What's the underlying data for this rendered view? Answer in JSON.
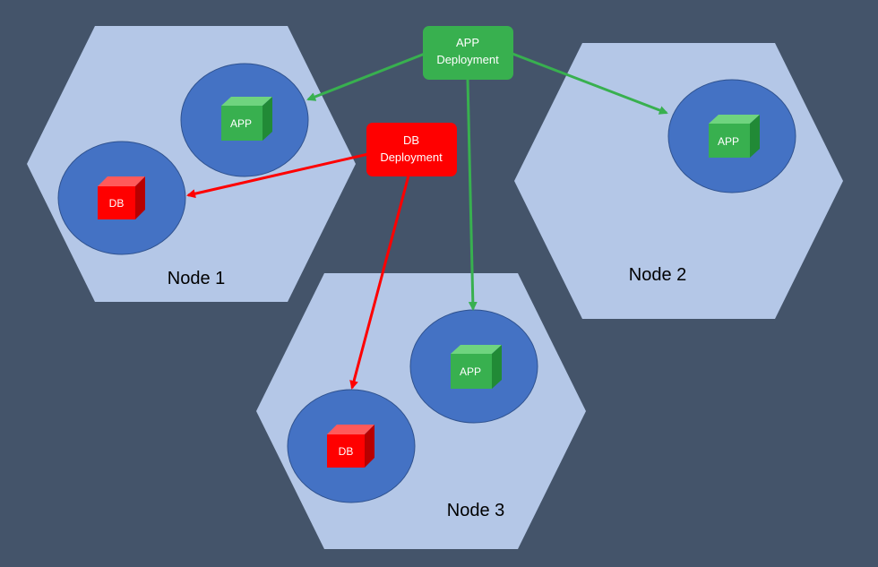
{
  "colors": {
    "background": "#44546a",
    "node_fill": "#b4c7e7",
    "pod_fill": "#4472c4",
    "pod_stroke": "#2f528f",
    "app": "#38b04f",
    "db": "#ff0000"
  },
  "nodes": [
    {
      "label": "Node 1"
    },
    {
      "label": "Node 2"
    },
    {
      "label": "Node 3"
    }
  ],
  "deployments": {
    "app": {
      "line1": "APP",
      "line2": "Deployment"
    },
    "db": {
      "line1": "DB",
      "line2": "Deployment"
    }
  },
  "pods": [
    {
      "label": "APP",
      "kind": "app",
      "node": "Node 1"
    },
    {
      "label": "DB",
      "kind": "db",
      "node": "Node 1"
    },
    {
      "label": "APP",
      "kind": "app",
      "node": "Node 2"
    },
    {
      "label": "APP",
      "kind": "app",
      "node": "Node 3"
    },
    {
      "label": "DB",
      "kind": "db",
      "node": "Node 3"
    }
  ],
  "connections": [
    {
      "from": "APP Deployment",
      "to": "Node 1 APP"
    },
    {
      "from": "APP Deployment",
      "to": "Node 2 APP"
    },
    {
      "from": "APP Deployment",
      "to": "Node 3 APP"
    },
    {
      "from": "DB Deployment",
      "to": "Node 1 DB"
    },
    {
      "from": "DB Deployment",
      "to": "Node 3 DB"
    }
  ]
}
